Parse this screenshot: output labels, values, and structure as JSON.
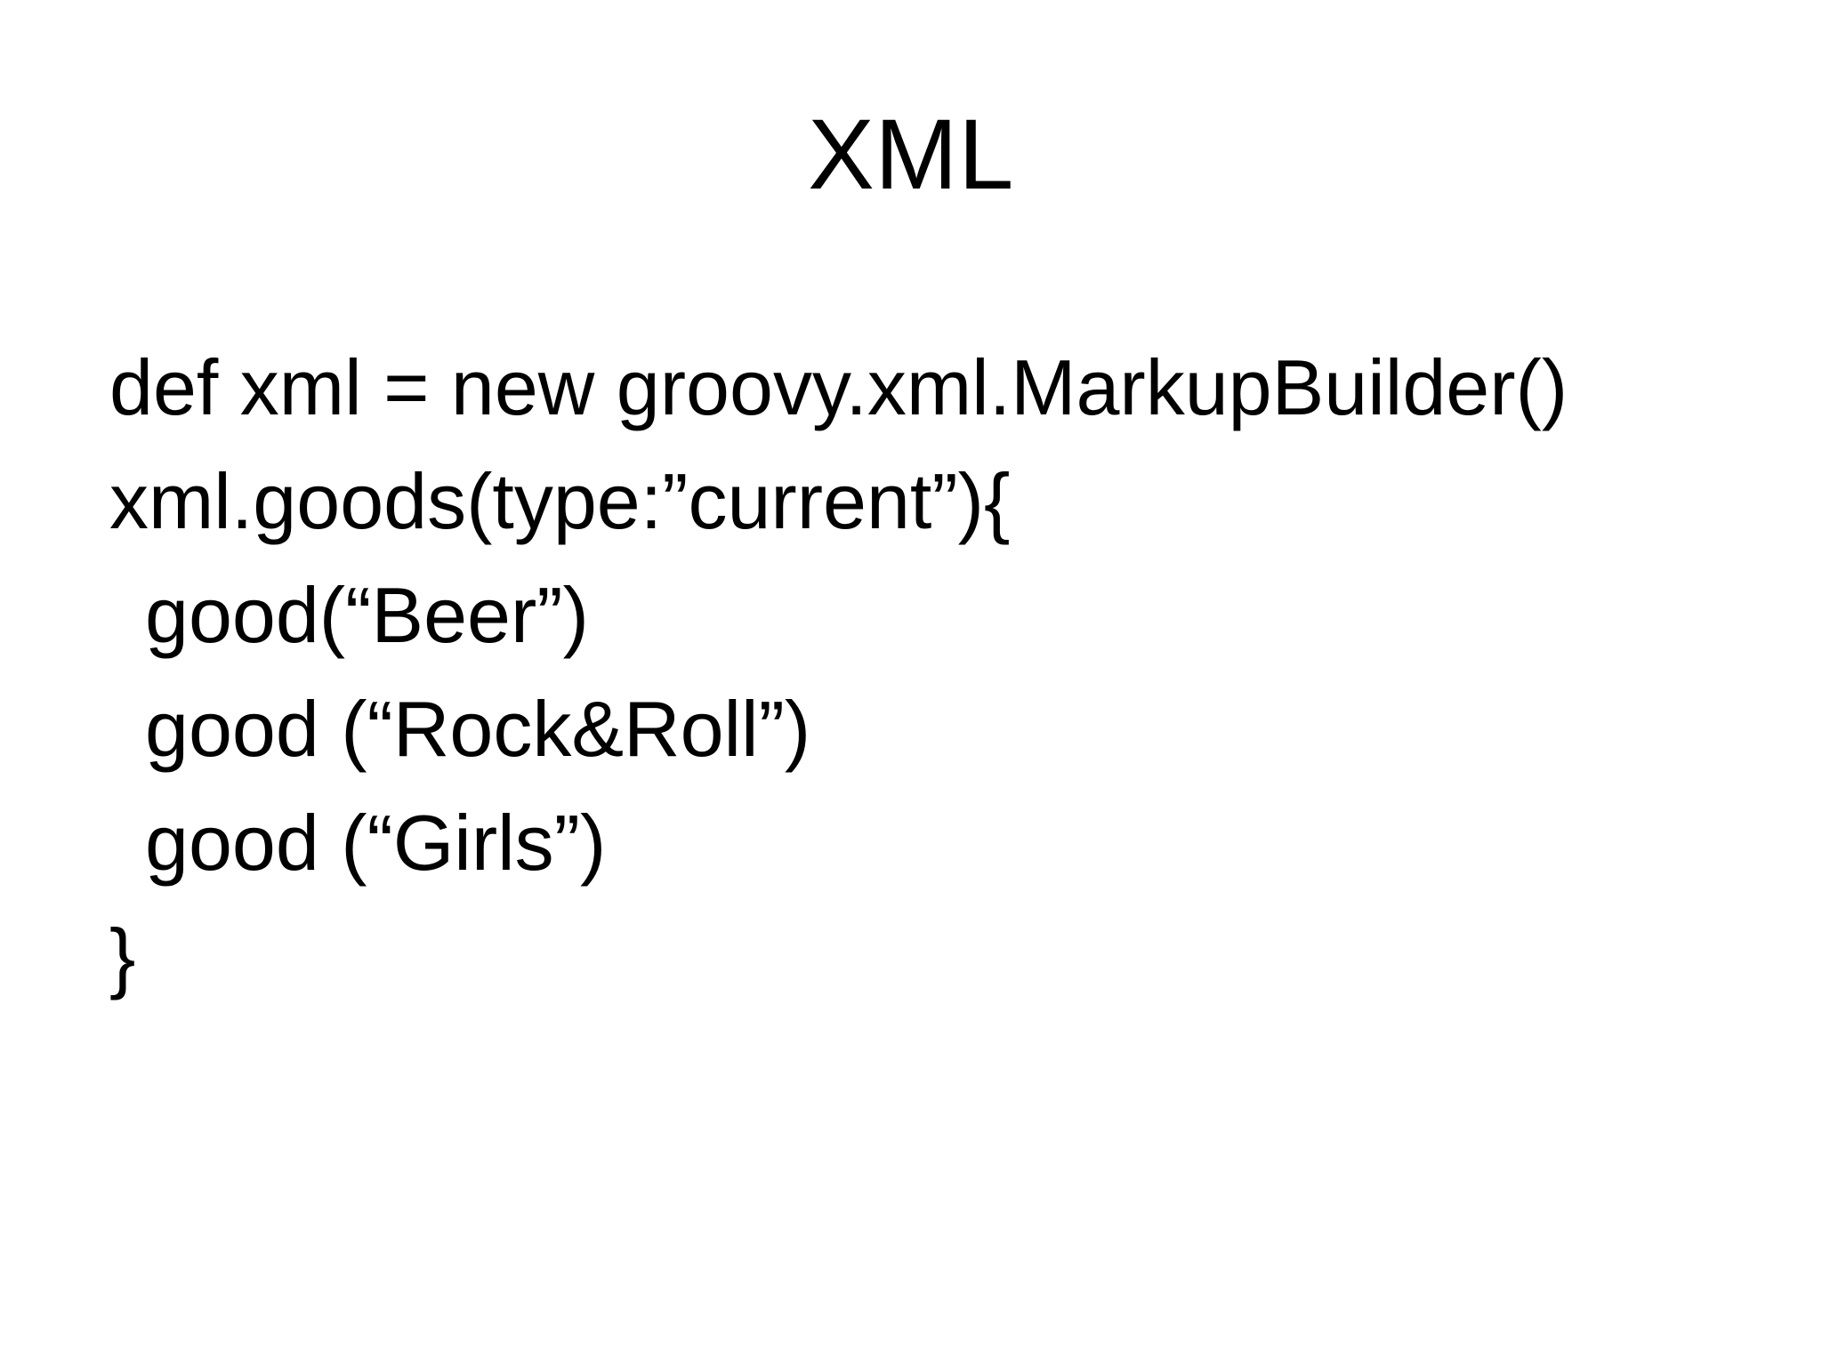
{
  "slide": {
    "title": "XML",
    "background_color": "#ffffff",
    "text_color": "#000000"
  },
  "code": {
    "language_hint": "groovy",
    "lines": [
      {
        "text": "def xml = new groovy.xml.MarkupBuilder()",
        "indent": 0
      },
      {
        "text": "xml.goods(type:”current”){",
        "indent": 0
      },
      {
        "text": "good(“Beer”)",
        "indent": 1
      },
      {
        "text": "good (“Rock&Roll”)",
        "indent": 1
      },
      {
        "text": "good (“Girls”)",
        "indent": 1
      },
      {
        "text": "}",
        "indent": 0
      }
    ]
  }
}
